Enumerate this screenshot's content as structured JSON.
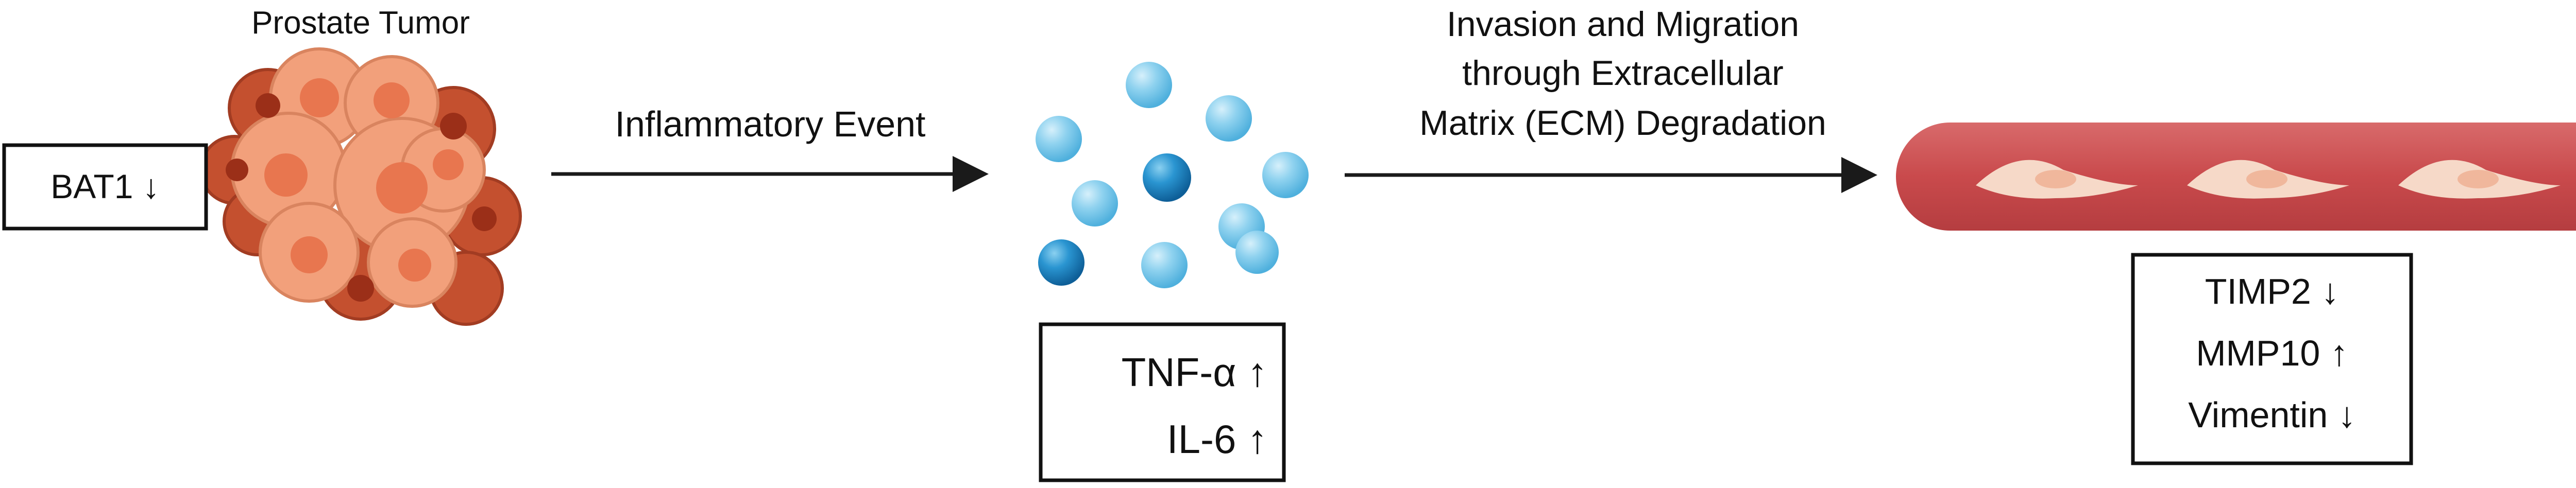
{
  "figure": {
    "tumor": {
      "title": "Prostate Tumor",
      "marker_box": "BAT1 ↓"
    },
    "step1": {
      "label": "Inflammatory Event"
    },
    "cytokines": {
      "lines": [
        "TNF-α ↑",
        "IL-6 ↑"
      ]
    },
    "step2": {
      "label_lines": [
        "Invasion and Migration",
        "through Extracellular",
        "Matrix (ECM) Degradation"
      ]
    },
    "vessel": {
      "lines": [
        "TIMP2 ↓",
        "MMP10 ↑",
        "Vimentin ↓"
      ]
    },
    "colors": {
      "tumor_light": "#f2a07b",
      "tumor_dark": "#c4502f",
      "tumor_nucleus": "#e8764f",
      "cytokine_light": "#7cc8ea",
      "cytokine_dark": "#1e88c7",
      "vessel_body": "#c94a4c",
      "vessel_cap": "#e98886",
      "vessel_lumen": "#f7cfc1",
      "cell_body": "#f6d9c8",
      "cell_nucleus": "#f0b79c",
      "arrow": "#1a1a1a",
      "box_border": "#111111"
    },
    "icons": {
      "tumor": "tumor-cluster-icon",
      "cytokines": "cytokine-particles-icon",
      "vessel": "blood-vessel-icon"
    }
  }
}
